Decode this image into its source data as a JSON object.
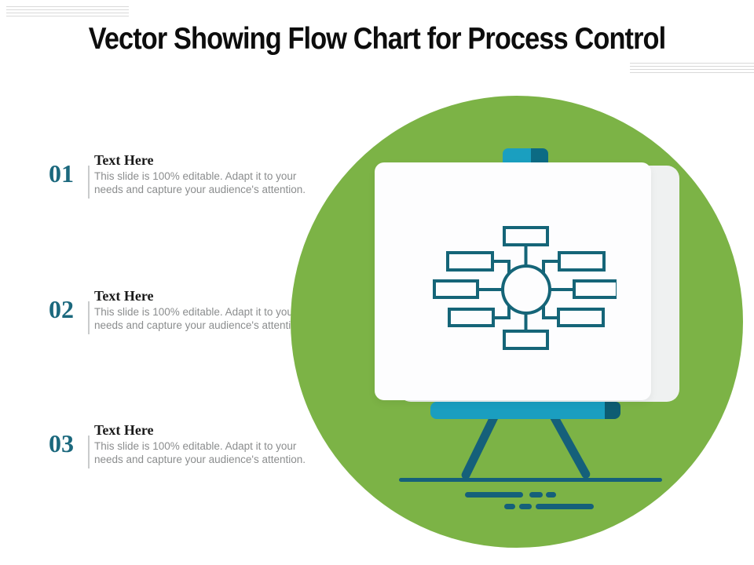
{
  "slide": {
    "title": "Vector Showing Flow Chart for Process Control"
  },
  "items": [
    {
      "number": "01",
      "heading": "Text Here",
      "body": "This slide is 100% editable. Adapt it to your needs and capture your audience's attention."
    },
    {
      "number": "02",
      "heading": "Text Here",
      "body": "This slide is 100% editable. Adapt it to your needs and capture your audience's attention."
    },
    {
      "number": "03",
      "heading": "Text Here",
      "body": "This slide is 100% editable. Adapt it to your needs and capture your audience's attention."
    }
  ],
  "illustration": {
    "description": "Presentation easel on tripod inside a green circle, whiteboard showing a flow chart with a central circle node and 8 rectangular branch nodes",
    "flowchart_nodes": {
      "center": "circle",
      "branches": 8
    },
    "colors": {
      "green_circle": "#7CB346",
      "cyan": "#1A9FC0",
      "cyan_dark": "#0C6B84",
      "teal_dark": "#15607A",
      "flowchart_stroke": "#156578",
      "tray_cap": "#0D5C72",
      "board": "#FDFDFE",
      "board_shadow": "#EFF1F1"
    }
  },
  "accent": {
    "number_color": "#1B687D",
    "title_color": "#0D0D0D",
    "heading_color": "#1A1A1A",
    "body_color": "#8B8D8E",
    "divider_color": "#C9CBCC"
  }
}
